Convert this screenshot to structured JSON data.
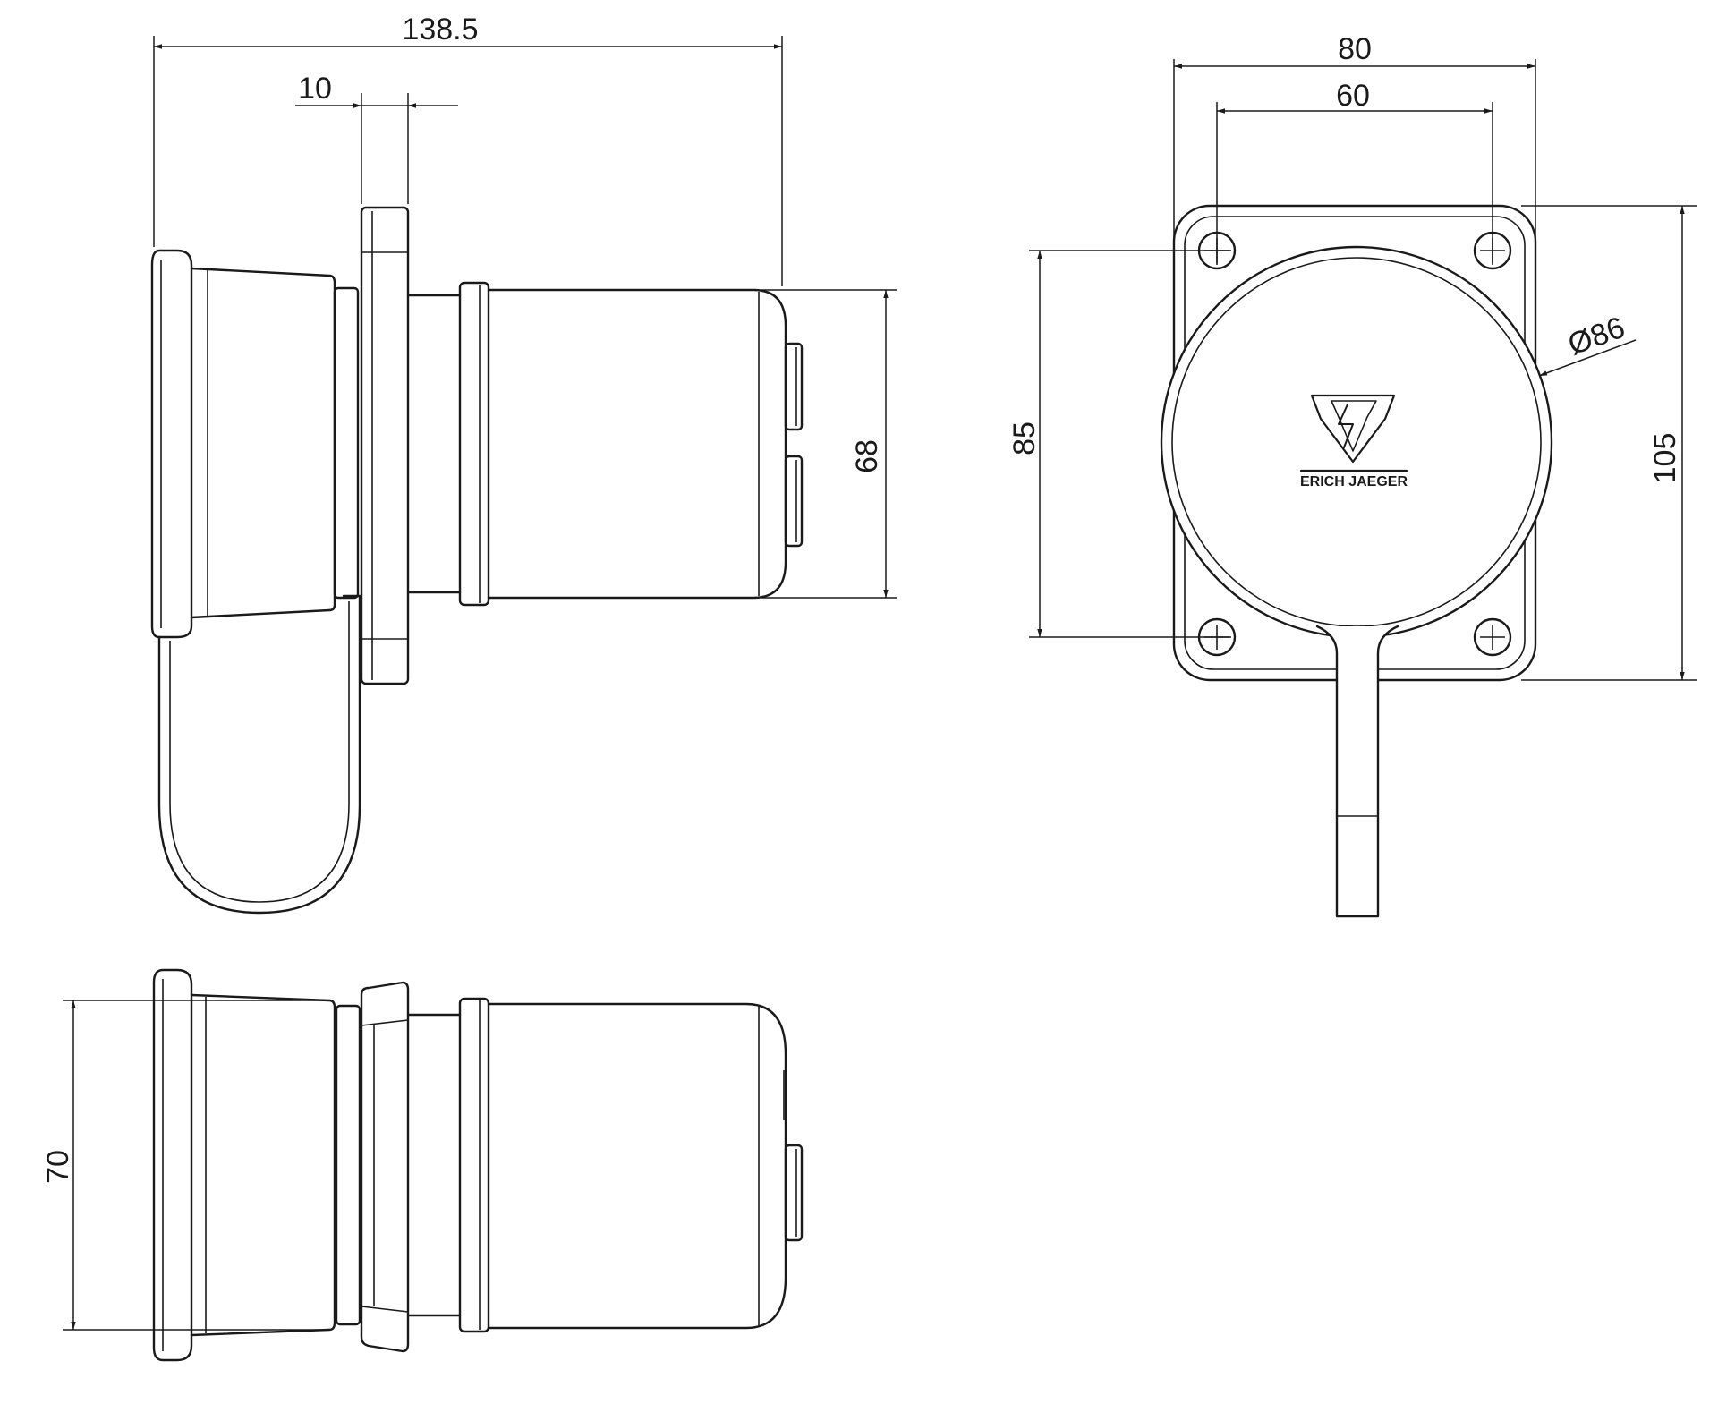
{
  "dimensions": {
    "overall_length": "138.5",
    "flange_thickness": "10",
    "body_height": "68",
    "plate_width": "80",
    "hole_spacing_horizontal": "60",
    "hole_spacing_vertical": "85",
    "plate_height": "105",
    "cap_diameter": "Ø86",
    "bottom_view_height": "70"
  },
  "logo": {
    "brand_text": "ERICH JAEGER"
  }
}
